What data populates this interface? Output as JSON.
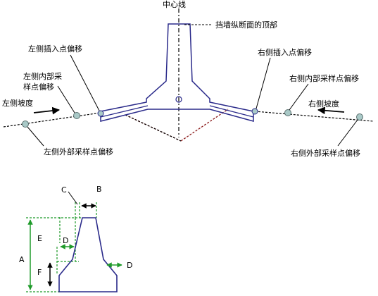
{
  "colors": {
    "wall": "#2a2a8a",
    "dashed": "#000000",
    "dashed_red": "#8b1a1a",
    "green": "#1f9a2a",
    "point": "#a9c9c7",
    "point_stroke": "#5a6f6e"
  },
  "labels": {
    "center_line": "中心线",
    "wall_top": "挡墙纵断面的顶部",
    "left_insert": "左侧插入点偏移",
    "right_insert": "右侧插入点偏移",
    "left_inner_1": "左侧内部采",
    "left_inner_2": "样点偏移",
    "right_inner": "右侧内部采样点偏移",
    "left_slope": "左侧坡度",
    "right_slope": "右侧坡度",
    "left_outer": "左侧外部采样点偏移",
    "right_outer": "右侧外部采样点偏移"
  },
  "dims": {
    "A": "A",
    "B": "B",
    "C": "C",
    "D_inner": "D",
    "D_outer": "D",
    "E": "E",
    "F": "F"
  }
}
